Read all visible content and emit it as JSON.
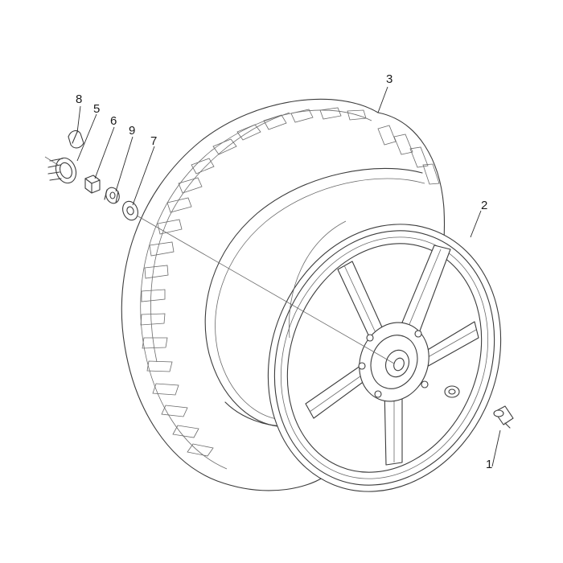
{
  "callouts": [
    {
      "id": "1",
      "label": "1"
    },
    {
      "id": "2",
      "label": "2"
    },
    {
      "id": "3",
      "label": "3"
    },
    {
      "id": "5",
      "label": "5"
    },
    {
      "id": "6",
      "label": "6"
    },
    {
      "id": "7",
      "label": "7"
    },
    {
      "id": "8",
      "label": "8"
    },
    {
      "id": "9",
      "label": "9"
    }
  ],
  "colors": {
    "line": "#3c3c3c",
    "background": "#ffffff"
  }
}
